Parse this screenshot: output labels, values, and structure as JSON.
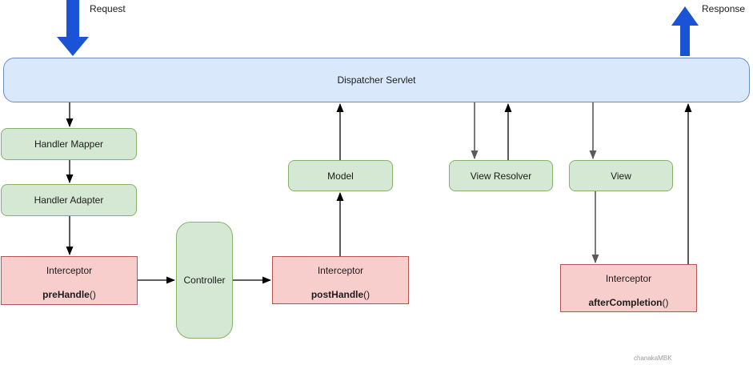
{
  "flow_labels": {
    "request": "Request",
    "response": "Response"
  },
  "dispatcher": {
    "label": "Dispatcher Servlet"
  },
  "nodes": {
    "handler_mapper": "Handler Mapper",
    "handler_adapter": "Handler Adapter",
    "controller": "Controller",
    "model": "Model",
    "view_resolver": "View Resolver",
    "view": "View"
  },
  "interceptors": {
    "pre": {
      "title": "Interceptor",
      "method": "preHandle",
      "suffix": "()"
    },
    "post": {
      "title": "Interceptor",
      "method": "postHandle",
      "suffix": "()"
    },
    "after": {
      "title": "Interceptor",
      "method": "afterCompletion",
      "suffix": "()"
    }
  },
  "watermark": "chanakaMBK",
  "colors": {
    "flow_arrow_blue": "#1a53d6",
    "bar_blue_fill": "#dae8fc",
    "bar_blue_border": "#6c8ebf",
    "node_green_fill": "#d5e8d4",
    "node_green_border": "#82b366",
    "node_pink_fill": "#f8cecc",
    "node_pink_border": "#b85450",
    "connector_black": "#000000",
    "connector_gray": "#595959"
  }
}
